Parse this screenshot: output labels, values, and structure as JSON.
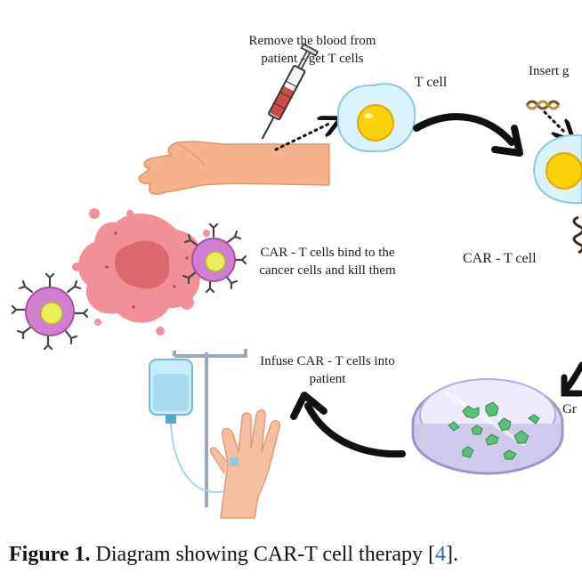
{
  "diagram": {
    "steps": {
      "remove_blood": "Remove the blood from patient - get T cells",
      "t_cell": "T cell",
      "insert_gene": "Insert g",
      "car_t_cell": "CAR - T cell",
      "bind_kill": "CAR - T cells bind to the cancer cells and kill them",
      "infuse": "Infuse CAR - T cells into patient",
      "grow": "Gr"
    }
  },
  "caption": {
    "label": "Figure 1.",
    "text": " Diagram showing CAR-T cell therapy [",
    "ref": "4",
    "end": "]."
  }
}
